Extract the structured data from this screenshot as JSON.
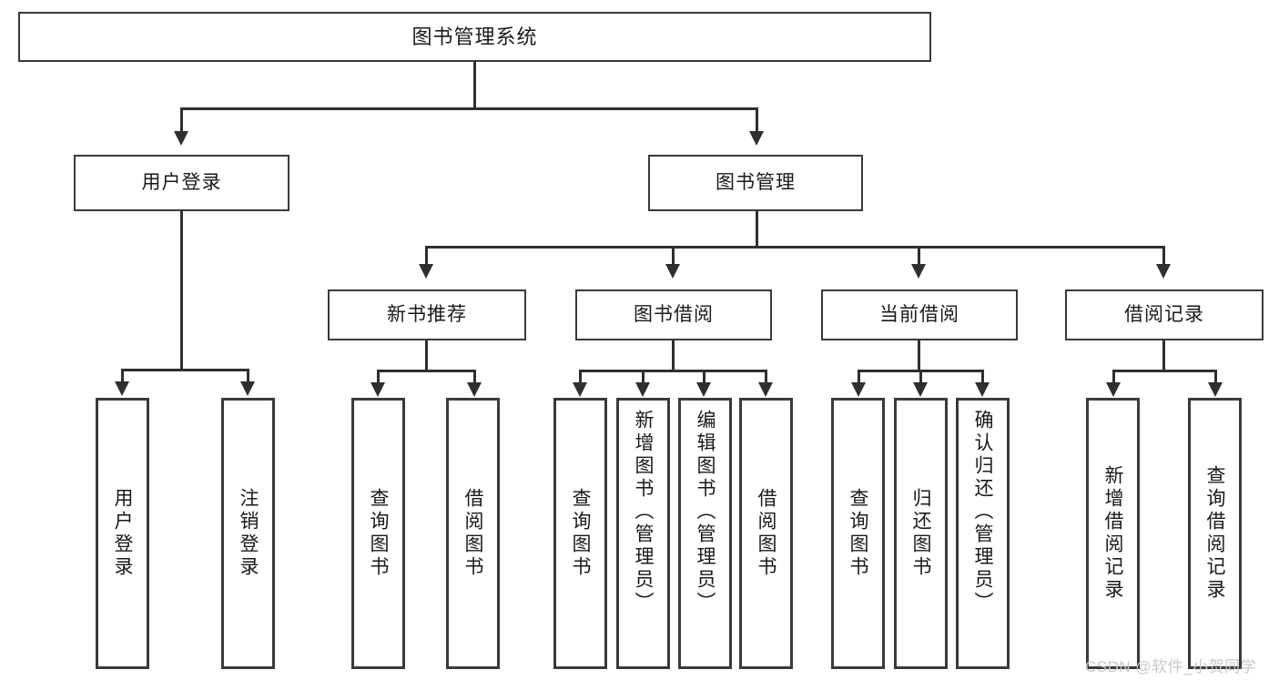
{
  "diagram": {
    "type": "tree",
    "title": "图书管理系统",
    "root": {
      "label": "图书管理系统"
    },
    "level2": [
      {
        "label": "用户登录"
      },
      {
        "label": "图书管理"
      }
    ],
    "level3": [
      {
        "label": "新书推荐"
      },
      {
        "label": "图书借阅"
      },
      {
        "label": "当前借阅"
      },
      {
        "label": "借阅记录"
      }
    ],
    "leaves": {
      "user_login": [
        {
          "label": "用户登录"
        },
        {
          "label": "注销登录"
        }
      ],
      "new_book_recommend": [
        {
          "label": "查询图书"
        },
        {
          "label": "借阅图书"
        }
      ],
      "book_borrow": [
        {
          "label": "查询图书"
        },
        {
          "label": "新增图书（管理员）"
        },
        {
          "label": "编辑图书（管理员）"
        },
        {
          "label": "借阅图书"
        }
      ],
      "current_borrow": [
        {
          "label": "查询图书"
        },
        {
          "label": "归还图书"
        },
        {
          "label": "确认归还（管理员）"
        }
      ],
      "borrow_record": [
        {
          "label": "新增借阅记录"
        },
        {
          "label": "查询借阅记录"
        }
      ]
    }
  },
  "watermark": {
    "text": "CSDN @软件_小贺同学"
  },
  "colors": {
    "box_border": "#3a3a3a",
    "line": "#2f2f2f",
    "text": "#1a1a1a",
    "background": "#ffffff",
    "watermark": "#c9c9c9"
  }
}
